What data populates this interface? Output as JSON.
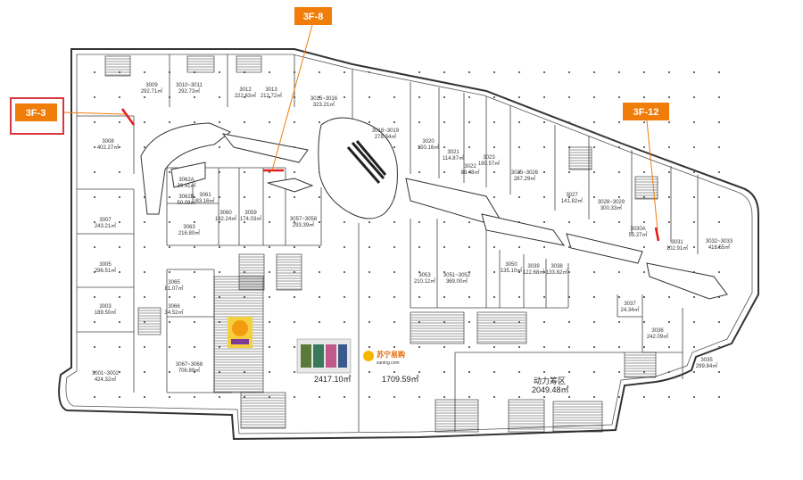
{
  "callouts": [
    {
      "id": "3F-8",
      "label": "3F-8"
    },
    {
      "id": "3F-3",
      "label": "3F-3"
    },
    {
      "id": "3F-12",
      "label": "3F-12"
    }
  ],
  "colors": {
    "callout_bg": "#f07c0a",
    "callout_line": "#f07c0a",
    "highlight": "#e21b1b",
    "selected_frame": "#d9363e",
    "wall": "#333333"
  },
  "units": [
    {
      "no": "3009",
      "area": "292.71㎡"
    },
    {
      "no": "3010~3011",
      "area": "292.73㎡"
    },
    {
      "no": "3012",
      "area": "222.63㎡"
    },
    {
      "no": "3013",
      "area": "212.72㎡"
    },
    {
      "no": "3015~3016",
      "area": "323.21㎡"
    },
    {
      "no": "3018~3019",
      "area": "278.34㎡"
    },
    {
      "no": "3020",
      "area": "150.16㎡"
    },
    {
      "no": "3021",
      "area": "114.87㎡"
    },
    {
      "no": "3022",
      "area": "89.48㎡"
    },
    {
      "no": "3023",
      "area": "190.57㎡"
    },
    {
      "no": "3025~3026",
      "area": "287.29㎡"
    },
    {
      "no": "3027",
      "area": "141.82㎡"
    },
    {
      "no": "3028~3029",
      "area": "300.33㎡"
    },
    {
      "no": "3030A",
      "area": "55.27㎡"
    },
    {
      "no": "3031",
      "area": "102.91㎡"
    },
    {
      "no": "3032~3033",
      "area": "418.55㎡"
    },
    {
      "no": "3008",
      "area": "402.27㎡"
    },
    {
      "no": "3062A",
      "area": "39.41㎡"
    },
    {
      "no": "3062B",
      "area": "50.09㎡"
    },
    {
      "no": "3061",
      "area": "83.16㎡"
    },
    {
      "no": "3060",
      "area": "182.24㎡"
    },
    {
      "no": "3059",
      "area": "174.03㎡"
    },
    {
      "no": "3057~3058",
      "area": "293.39㎡"
    },
    {
      "no": "3063",
      "area": "216.80㎡"
    },
    {
      "no": "3007",
      "area": "243.21㎡"
    },
    {
      "no": "3005",
      "area": "296.51㎡"
    },
    {
      "no": "3003",
      "area": "189.50㎡"
    },
    {
      "no": "3001~3002",
      "area": "424.32㎡"
    },
    {
      "no": "3065",
      "area": "81.07㎡"
    },
    {
      "no": "3066",
      "area": "34.52㎡"
    },
    {
      "no": "3067~3068",
      "area": "706.89㎡"
    },
    {
      "no": "3053",
      "area": "210.12㎡"
    },
    {
      "no": "3051~3052",
      "area": "369.00㎡"
    },
    {
      "no": "3050",
      "area": "135.10㎡"
    },
    {
      "no": "3039",
      "area": "122.68㎡"
    },
    {
      "no": "3038",
      "area": "133.82㎡"
    },
    {
      "no": "3037",
      "area": "24.34㎡"
    },
    {
      "no": "3036",
      "area": "242.09㎡"
    },
    {
      "no": "3035",
      "area": "299.84㎡"
    }
  ],
  "big_areas": [
    {
      "id": "a1",
      "area": "2417.10㎡"
    },
    {
      "id": "a2",
      "area": "1709.59㎡"
    },
    {
      "id": "a3",
      "name": "动力筹区",
      "area": "2049.48㎡"
    }
  ],
  "logo": {
    "cn": "苏宁易购",
    "en": "suning.com"
  }
}
